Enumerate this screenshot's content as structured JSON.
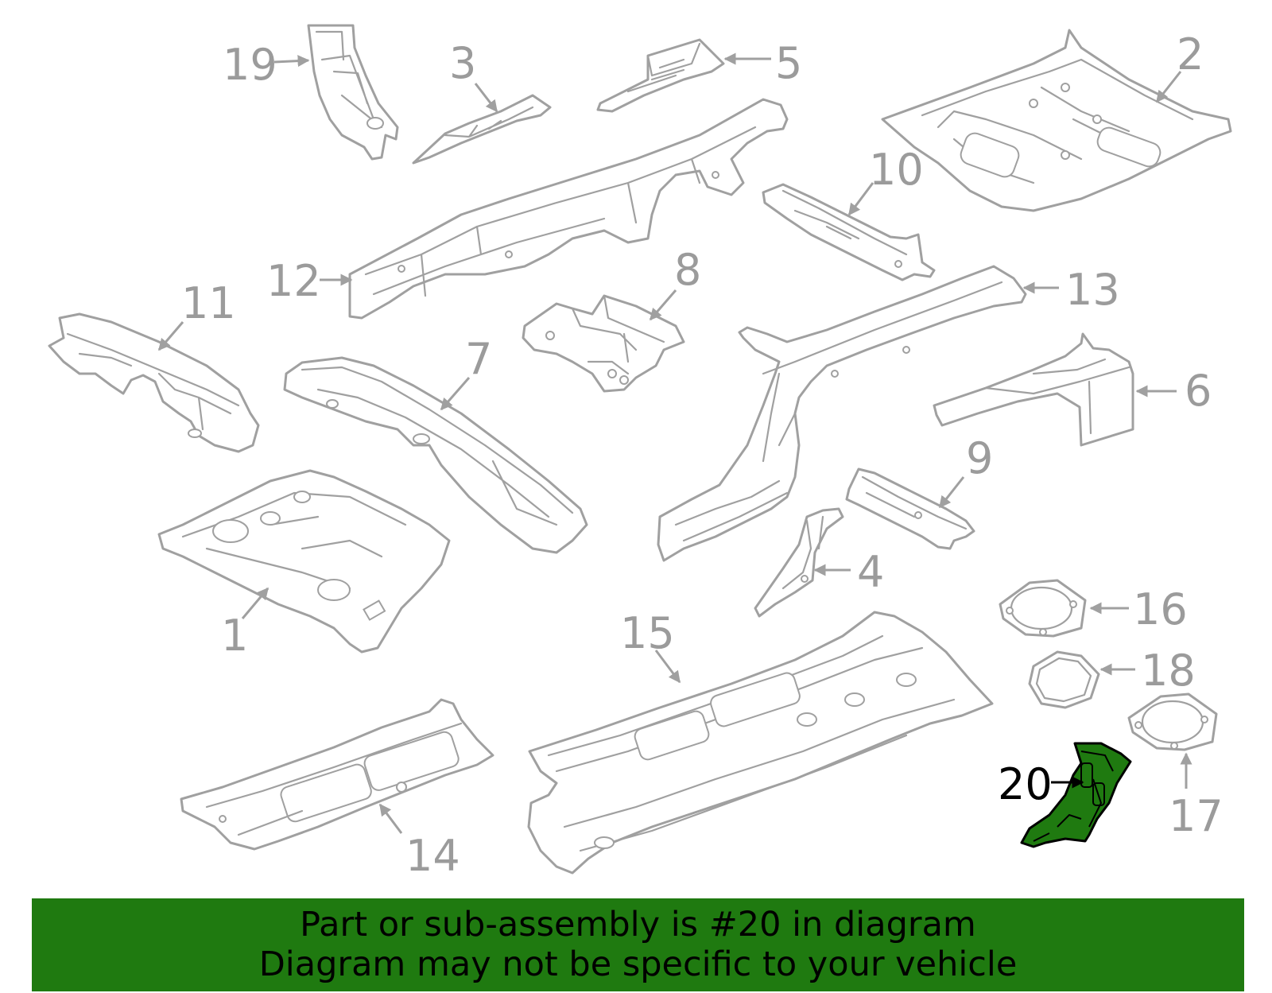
{
  "callouts": {
    "c1": "1",
    "c2": "2",
    "c3": "3",
    "c4": "4",
    "c5": "5",
    "c6": "6",
    "c7": "7",
    "c8": "8",
    "c9": "9",
    "c10": "10",
    "c11": "11",
    "c12": "12",
    "c13": "13",
    "c14": "14",
    "c15": "15",
    "c16": "16",
    "c17": "17",
    "c18": "18",
    "c19": "19",
    "c20": "20"
  },
  "highlighted_part": "20",
  "colors": {
    "highlight": "#1f7a10",
    "line_art": "#a0a0a0",
    "banner_bg": "#1f7a10"
  },
  "banner": {
    "line1": "Part or sub-assembly is #20 in diagram",
    "line2": "Diagram may not be specific to your vehicle"
  }
}
